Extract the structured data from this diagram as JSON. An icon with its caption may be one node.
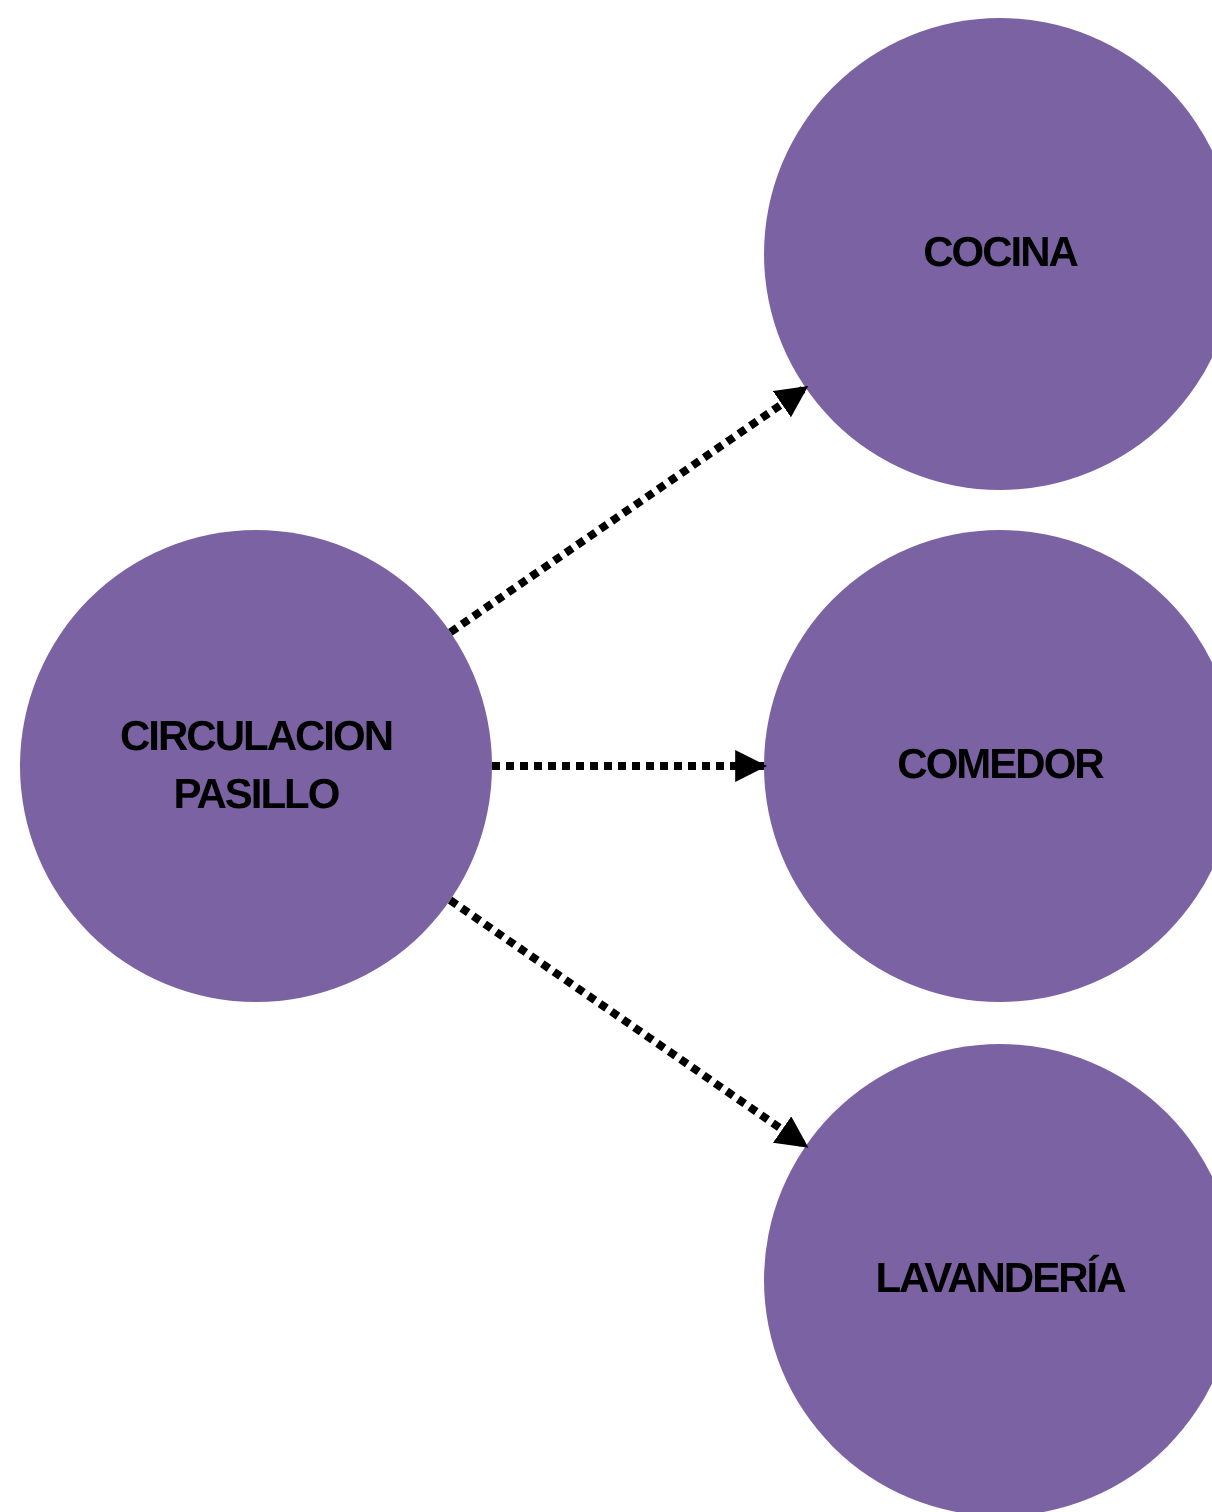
{
  "diagram": {
    "nodes": [
      {
        "text": [
          "CIRCULACION PASILLO"
        ]
      },
      {
        "text": [
          "COCINA"
        ]
      },
      {
        "text": [
          "COMEDOR"
        ]
      },
      {
        "text": [
          "LAVANDERÍA"
        ]
      }
    ],
    "edges": [
      {
        "from": 0,
        "to": 1,
        "arrow": "to",
        "style": "dashed"
      },
      {
        "from": 0,
        "to": 2,
        "arrow": "to",
        "style": "dashed"
      },
      {
        "from": 0,
        "to": 3,
        "arrow": "to",
        "style": "dashed"
      }
    ]
  }
}
